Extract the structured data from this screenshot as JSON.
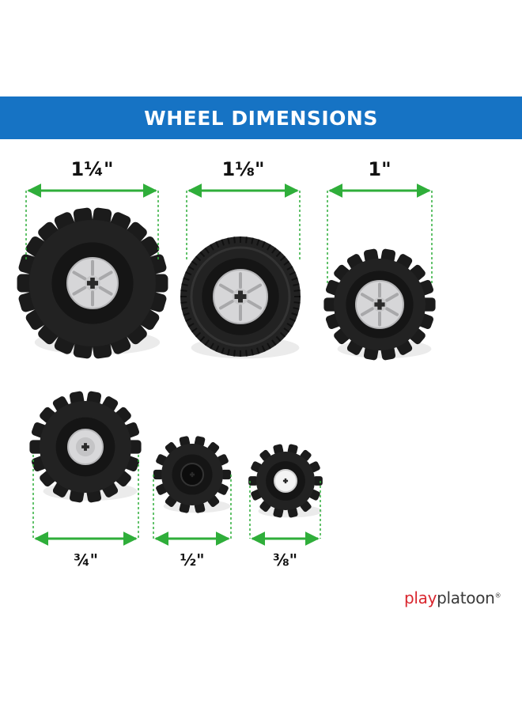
{
  "banner": {
    "title": "WHEEL DIMENSIONS",
    "color": "#1673c4"
  },
  "accent_color": "#2fae3a",
  "wheels": [
    {
      "label": "1¼\"",
      "tire": "knobby",
      "hub": "grey-spoked"
    },
    {
      "label": "1⅛\"",
      "tire": "smooth",
      "hub": "grey-spoked"
    },
    {
      "label": "1\"",
      "tire": "knobby",
      "hub": "grey-spoked"
    },
    {
      "label": "¾\"",
      "tire": "knobby",
      "hub": "grey-solid"
    },
    {
      "label": "½\"",
      "tire": "knobby",
      "hub": "black"
    },
    {
      "label": "⅜\"",
      "tire": "knobby",
      "hub": "white"
    }
  ],
  "brand": {
    "part1": "play",
    "part2": "platoon",
    "mark": "®"
  }
}
